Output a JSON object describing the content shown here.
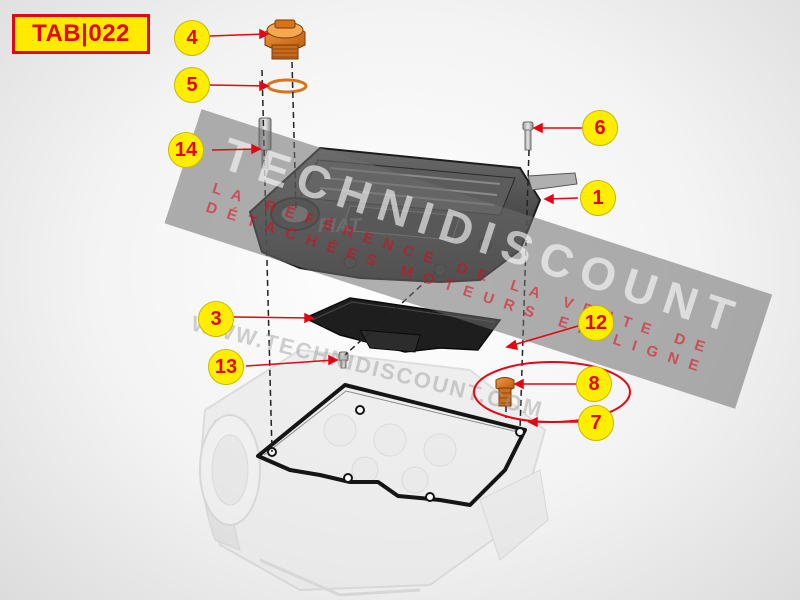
{
  "tab_label": "TAB|022",
  "watermark": {
    "brand": "TECHNIDISCOUNT",
    "line1": "LA RÉFÉRENCE DE LA VENTE DE",
    "line2": "DÉTACHÉES MOTEURS EN LIGNE",
    "url": "WWW.TECHNIDISCOUNT.COM"
  },
  "colors": {
    "callout_fill": "#ffee00",
    "callout_text": "#e30613",
    "leader_line": "#e30613",
    "tab_border": "#e30613",
    "highlight_ellipse": "#e30613",
    "parts_orange": "#e07a1f"
  },
  "callouts": [
    {
      "number": "1"
    },
    {
      "number": "3"
    },
    {
      "number": "4"
    },
    {
      "number": "5"
    },
    {
      "number": "6"
    },
    {
      "number": "7"
    },
    {
      "number": "8"
    },
    {
      "number": "12"
    },
    {
      "number": "13"
    },
    {
      "number": "14"
    }
  ]
}
